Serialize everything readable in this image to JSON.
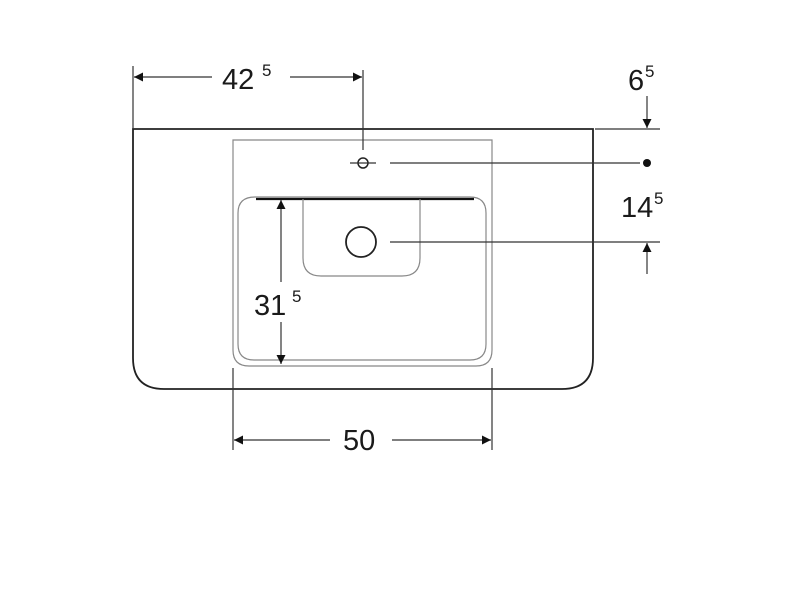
{
  "dimensions": {
    "top_width": {
      "main": "42",
      "sup": "5"
    },
    "top_offset": {
      "main": "6",
      "sup": "5"
    },
    "hole_spacing": {
      "main": "14",
      "sup": "5"
    },
    "bowl_depth": {
      "main": "31",
      "sup": "5"
    },
    "bowl_width": {
      "main": "50",
      "sup": ""
    }
  }
}
